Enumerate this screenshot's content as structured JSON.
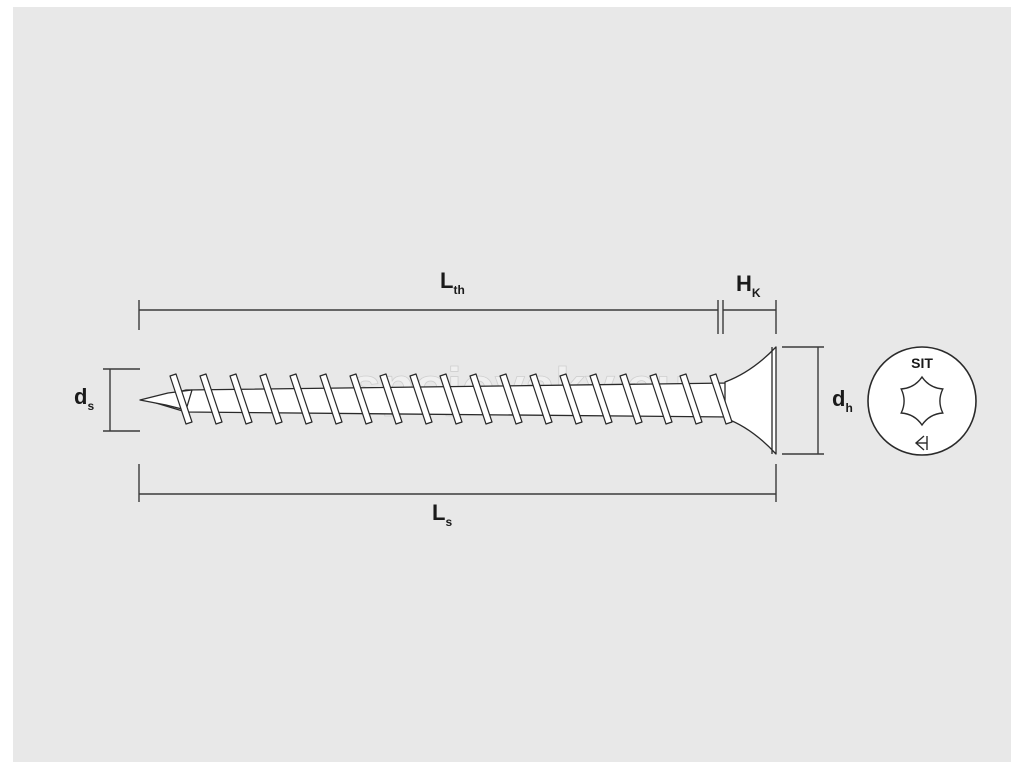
{
  "labels": {
    "lth_main": "L",
    "lth_sub": "th",
    "hk_main": "H",
    "hk_sub": "K",
    "ds_main": "d",
    "ds_sub": "s",
    "dh_main": "d",
    "dh_sub": "h",
    "ls_main": "L",
    "ls_sub": "s"
  },
  "head_mark": {
    "brand": "SIT"
  },
  "watermark": "spojovaky.eu",
  "colors": {
    "background": "#e8e8e8",
    "line": "#2a2a2a"
  }
}
